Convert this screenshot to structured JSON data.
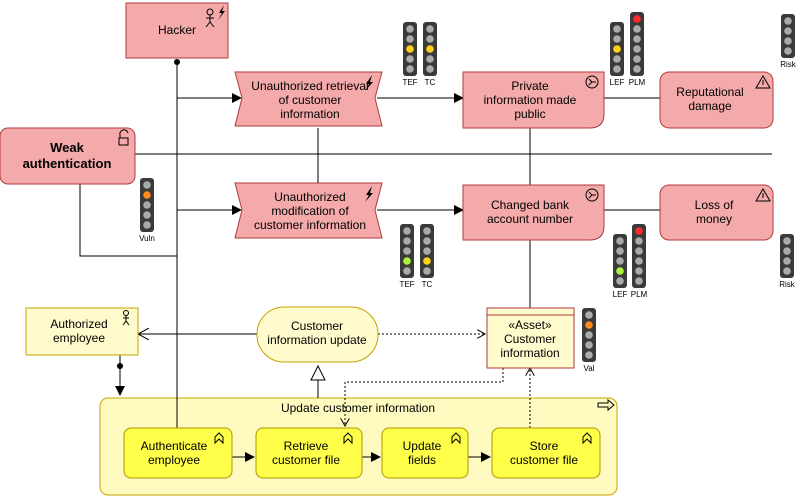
{
  "colors": {
    "risk_fill": "#f4aaaa",
    "risk_stroke": "#b03a3a",
    "business_fill": "#fffbcc",
    "business_stroke": "#c5a300",
    "process_fill": "#ffff4a",
    "process_stroke": "#b29500",
    "light_red": "#ff2a2a",
    "light_orange": "#ff8c1a",
    "light_yellow": "#ffd21a",
    "light_green": "#a8f53a",
    "light_off": "#aaaaaa"
  },
  "nodes": {
    "hacker": "Hacker",
    "weak_auth": "Weak authentication",
    "unauth_retrieval": [
      "Unauthorized retrieval",
      "of customer",
      "information"
    ],
    "unauth_modification": [
      "Unauthorized",
      "modification of",
      "customer information"
    ],
    "private_info": [
      "Private",
      "information made",
      "public"
    ],
    "changed_bank": [
      "Changed bank",
      "account number"
    ],
    "reputational": [
      "Reputational",
      "damage"
    ],
    "loss_money": [
      "Loss of",
      "money"
    ],
    "authorized_employee": [
      "Authorized",
      "employee"
    ],
    "customer_info_update": [
      "Customer",
      "information update"
    ],
    "asset_customer_info": [
      "«Asset»",
      "Customer",
      "information"
    ],
    "update_group": "Update customer information",
    "authenticate": [
      "Authenticate",
      "employee"
    ],
    "retrieve_file": [
      "Retrieve",
      "customer file"
    ],
    "update_fields": [
      "Update",
      "fields"
    ],
    "store_file": [
      "Store",
      "customer file"
    ]
  },
  "indicators": {
    "tef1": "TEF",
    "tc1": "TC",
    "lef1": "LEF",
    "plm1": "PLM",
    "risk1": "Risk",
    "vuln": "Vuln",
    "tef2": "TEF",
    "tc2": "TC",
    "lef2": "LEF",
    "plm2": "PLM",
    "risk2": "Risk",
    "val": "Val"
  },
  "icons": [
    "actor-icon",
    "threat-icon",
    "lock-icon",
    "event-icon",
    "warning-icon",
    "process-icon",
    "function-icon"
  ]
}
